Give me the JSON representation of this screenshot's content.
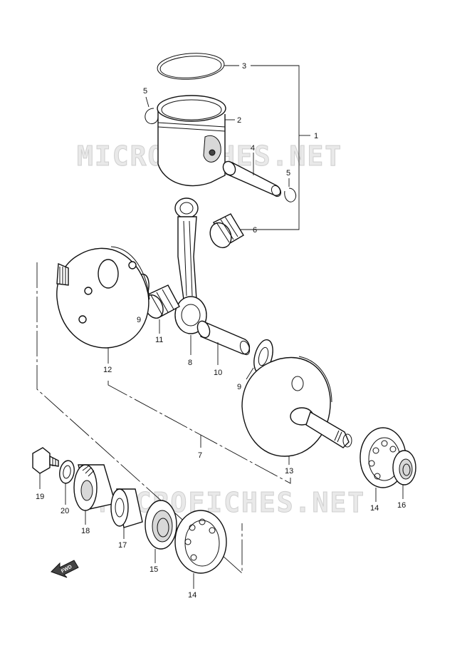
{
  "watermark": "MICROFICHES.NET",
  "fwd_label": "FWD",
  "callouts": {
    "c1": "1",
    "c2": "2",
    "c3": "3",
    "c4": "4",
    "c5a": "5",
    "c5b": "5",
    "c6": "6",
    "c7": "7",
    "c8": "8",
    "c9a": "9",
    "c9b": "9",
    "c10": "10",
    "c11": "11",
    "c12": "12",
    "c13": "13",
    "c14a": "14",
    "c14b": "14",
    "c15": "15",
    "c16": "16",
    "c17": "17",
    "c18": "18",
    "c19": "19",
    "c20": "20"
  }
}
